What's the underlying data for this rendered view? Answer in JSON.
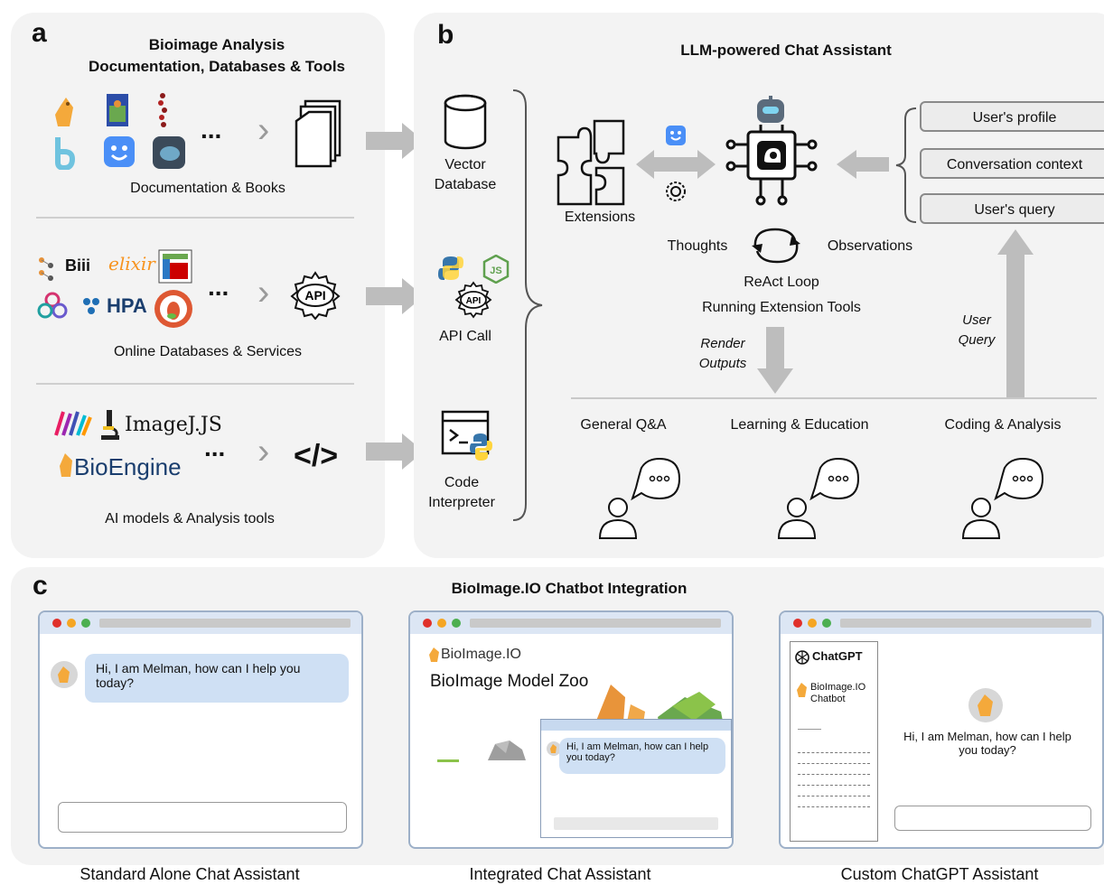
{
  "panel_a": {
    "label": "a",
    "title_line1": "Bioimage Analysis",
    "title_line2": "Documentation, Databases & Tools",
    "docs_label": "Documentation & Books",
    "online_label": "Online Databases & Services",
    "ai_label": "AI models & Analysis tools",
    "ellipsis": "...",
    "chevron": "›",
    "biii_text": "Biii",
    "elixir_text": "elixir",
    "hpa_text": "HPA",
    "imagej_text": "ImageJ.JS",
    "bioengine_text": "BioEngine",
    "code_symbol": "</>"
  },
  "panel_b": {
    "label": "b",
    "title": "LLM-powered Chat Assistant",
    "vector_db_line1": "Vector",
    "vector_db_line2": "Database",
    "api_call": "API Call",
    "code_line1": "Code",
    "code_line2": "Interpreter",
    "extensions": "Extensions",
    "thoughts": "Thoughts",
    "observations": "Observations",
    "react_line1": "ReAct Loop",
    "react_line2": "Running Extension Tools",
    "render_line1": "Render",
    "render_line2": "Outputs",
    "user_query_line1": "User",
    "user_query_line2": "Query",
    "context": [
      "User's profile",
      "Conversation context",
      "User's query"
    ],
    "outputs": [
      "General Q&A",
      "Learning & Education",
      "Coding & Analysis"
    ],
    "api_badge": "API"
  },
  "panel_c": {
    "label": "c",
    "title": "BioImage.IO Chatbot Integration",
    "greeting": "Hi, I am Melman, how can I help you today?",
    "zoo_brand": "BioImage.IO",
    "zoo_title": "BioImage Model Zoo",
    "chatgpt_brand": "ChatGPT",
    "chatgpt_bot_line1": "BioImage.IO",
    "chatgpt_bot_line2": "Chatbot",
    "captions": [
      "Standard Alone Chat Assistant",
      "Integrated Chat Assistant",
      "Custom ChatGPT Assistant"
    ]
  },
  "colors": {
    "panel_bg": "#f3f3f3",
    "arrow": "#bdbdbd",
    "window_bar": "#dce6f4",
    "bubble": "#cfe0f4",
    "dot_red": "#e0302a",
    "dot_orange": "#f5a623",
    "dot_green": "#4caf50"
  }
}
